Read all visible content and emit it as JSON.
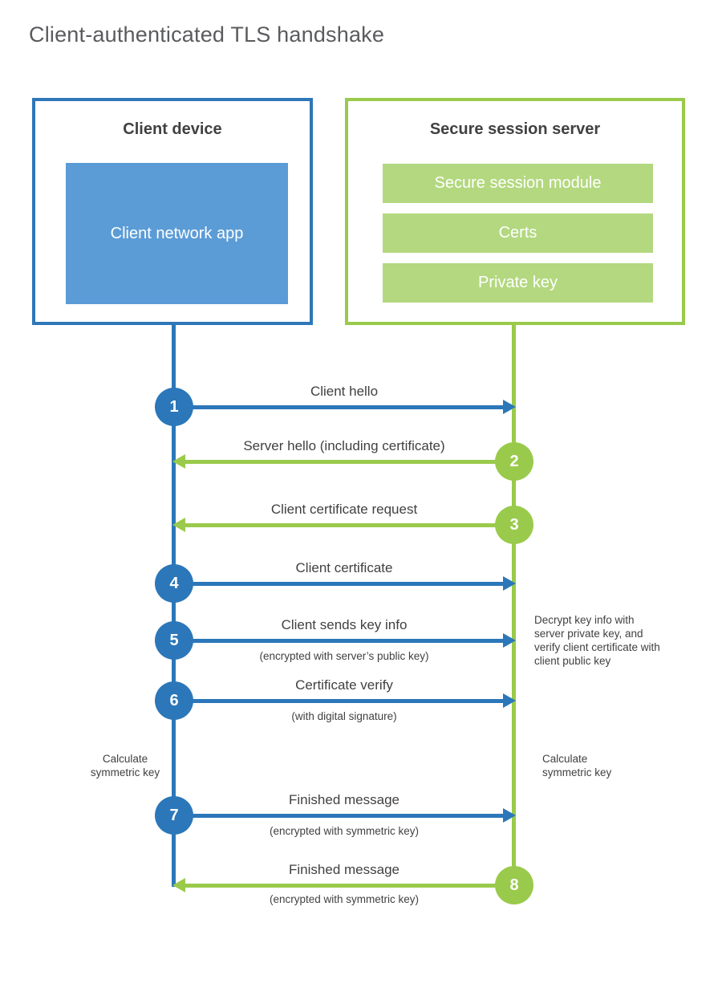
{
  "title": "Client-authenticated TLS handshake",
  "client": {
    "title": "Client device",
    "app": "Client network app"
  },
  "server": {
    "title": "Secure session server",
    "modules": [
      "Secure session module",
      "Certs",
      "Private key"
    ]
  },
  "steps": [
    {
      "n": "1",
      "label": "Client hello",
      "sub": "",
      "from": "client",
      "to": "server"
    },
    {
      "n": "2",
      "label": "Server hello (including certificate)",
      "sub": "",
      "from": "server",
      "to": "client"
    },
    {
      "n": "3",
      "label": "Client certificate request",
      "sub": "",
      "from": "server",
      "to": "client"
    },
    {
      "n": "4",
      "label": "Client certificate",
      "sub": "",
      "from": "client",
      "to": "server"
    },
    {
      "n": "5",
      "label": "Client sends key info",
      "sub": "(encrypted with server’s public key)",
      "from": "client",
      "to": "server"
    },
    {
      "n": "6",
      "label": "Certificate verify",
      "sub": "(with digital signature)",
      "from": "client",
      "to": "server"
    },
    {
      "n": "7",
      "label": "Finished message",
      "sub": "(encrypted with symmetric key)",
      "from": "client",
      "to": "server"
    },
    {
      "n": "8",
      "label": "Finished message",
      "sub": "(encrypted with symmetric key)",
      "from": "server",
      "to": "client"
    }
  ],
  "notes": {
    "decrypt": "Decrypt key info with server private key, and verify client certificate with client public key",
    "calc_left": "Calculate symmetric key",
    "calc_right": "Calculate symmetric key"
  },
  "colors": {
    "blue_accent": "#2b77b9",
    "blue_fill": "#5b9cd6",
    "green_accent": "#9aca4b",
    "green_fill": "#b3d87f",
    "text": "#414042"
  }
}
